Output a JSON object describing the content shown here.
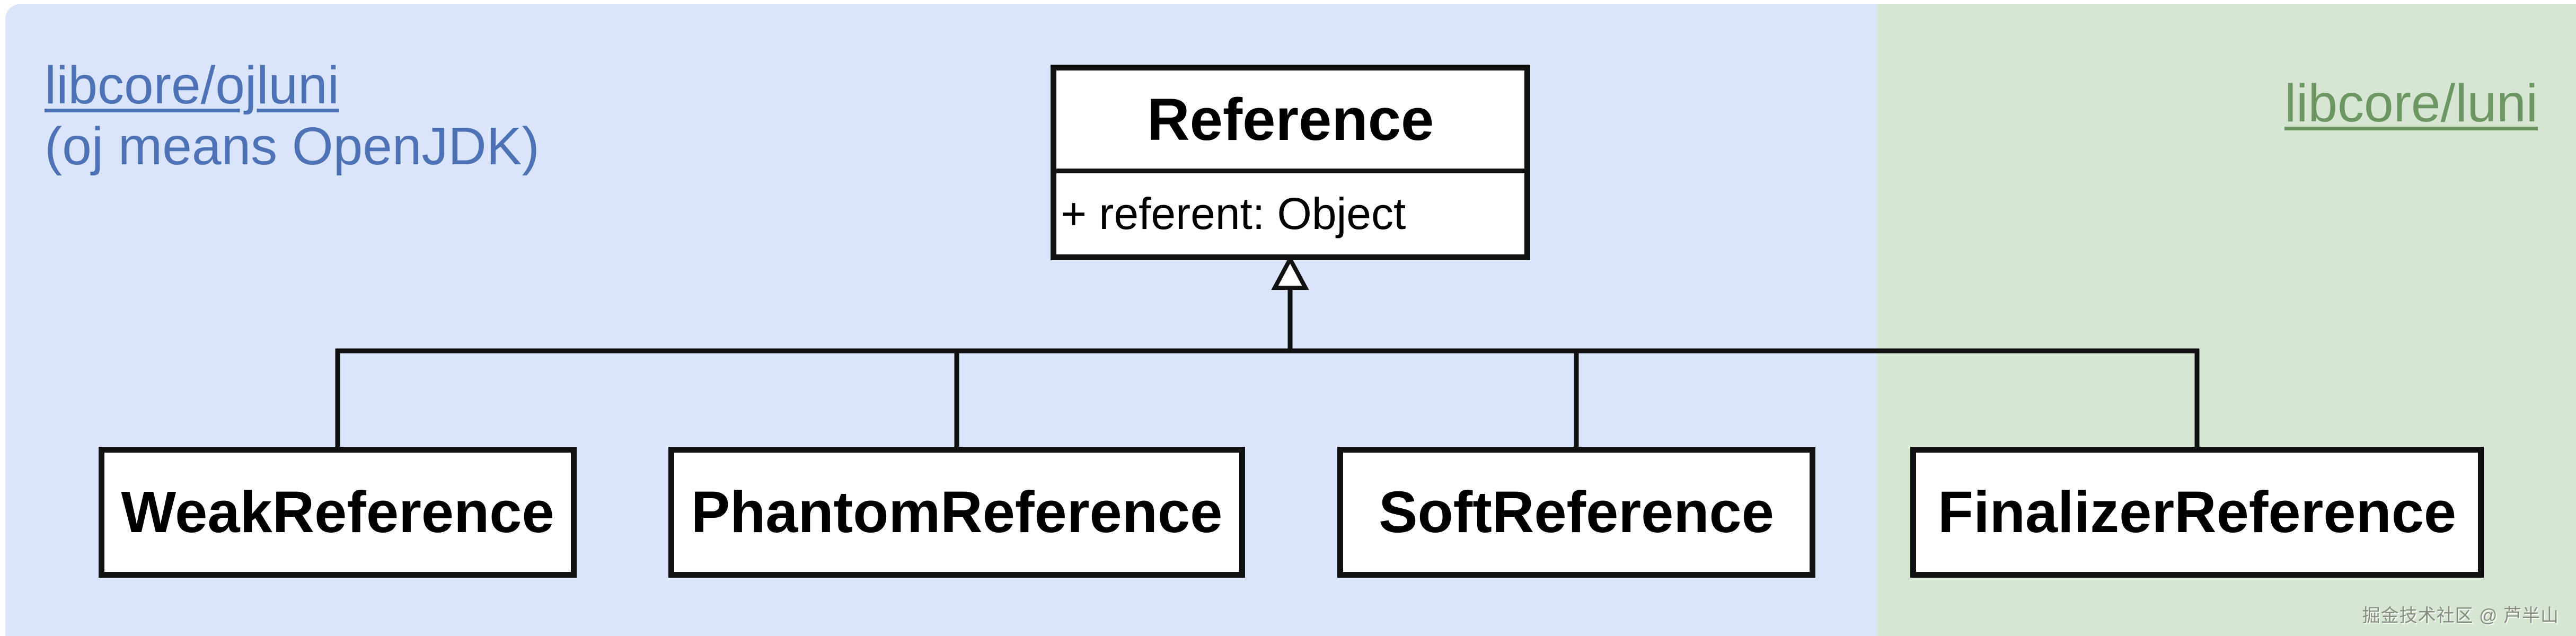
{
  "regions": {
    "left": {
      "link_label": "libcore/ojluni",
      "note": "(oj means OpenJDK)",
      "bg_color": "#dae4fa",
      "link_color": "#4d72b5"
    },
    "right": {
      "link_label": "libcore/luni",
      "bg_color": "#d6e6d2",
      "link_color": "#6c9763"
    }
  },
  "diagram": {
    "parent_class": {
      "name": "Reference",
      "attribute": "+ referent: Object"
    },
    "relation": "generalization",
    "subclasses": [
      {
        "name": "WeakReference"
      },
      {
        "name": "PhantomReference"
      },
      {
        "name": "SoftReference"
      },
      {
        "name": "FinalizerReference"
      }
    ],
    "line_color": "#111111",
    "box_fill": "#ffffff"
  },
  "watermark": {
    "text": "掘金技术社区 @ 芦半山"
  }
}
